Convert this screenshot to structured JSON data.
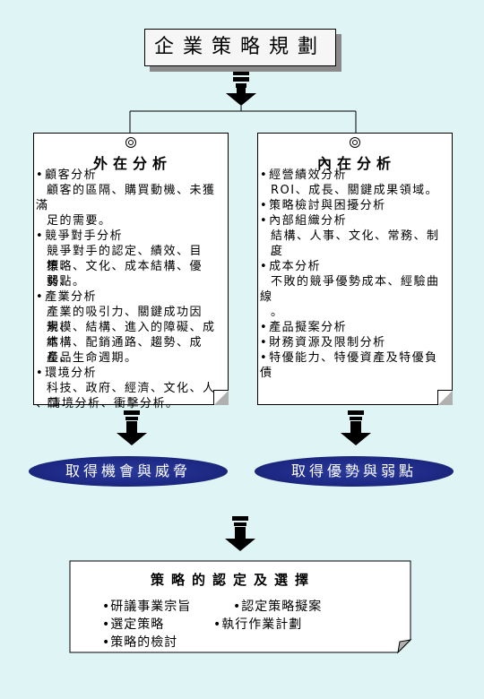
{
  "title": "企業策略規劃",
  "external": {
    "title": "外在分析",
    "lines": [
      {
        "text": "顧客分析",
        "bullet": true,
        "indent": false
      },
      {
        "text": "顧客的區隔、購買動機、未獲",
        "bullet": false,
        "indent": true
      },
      {
        "text": "滿",
        "bullet": false,
        "indent": false
      },
      {
        "text": "足的需要。",
        "bullet": false,
        "indent": true
      },
      {
        "text": "競爭對手分析",
        "bullet": true,
        "indent": false
      },
      {
        "text": "競爭對手的認定、績效、目標、",
        "bullet": false,
        "indent": true
      },
      {
        "text": "策略、文化、成本結構、優勢、",
        "bullet": false,
        "indent": true
      },
      {
        "text": "弱點。",
        "bullet": false,
        "indent": true
      },
      {
        "text": "產業分析",
        "bullet": true,
        "indent": false
      },
      {
        "text": "產業的吸引力、關鍵成功因素、",
        "bullet": false,
        "indent": true
      },
      {
        "text": "規模、結構、進入的障礙、成本",
        "bullet": false,
        "indent": true
      },
      {
        "text": "結構、配銷通路、趨勢、成長、",
        "bullet": false,
        "indent": true
      },
      {
        "text": "產品生命週期。",
        "bullet": false,
        "indent": true
      },
      {
        "text": "環境分析",
        "bullet": true,
        "indent": false
      },
      {
        "text": "科技、政府、經濟、文化、人口",
        "bullet": false,
        "indent": true
      },
      {
        "text": "、情境分析、衝擊分析。",
        "bullet": false,
        "indent": false
      }
    ]
  },
  "internal": {
    "title": "內在分析",
    "lines": [
      {
        "text": "經營績效分析",
        "bullet": true,
        "indent": false
      },
      {
        "text": "ROI、成長、關鍵成果領域。",
        "bullet": false,
        "indent": true
      },
      {
        "text": "策略檢討與困擾分析",
        "bullet": true,
        "indent": false
      },
      {
        "text": "內部組織分析",
        "bullet": true,
        "indent": false
      },
      {
        "text": "結構、人事、文化、常務、制度",
        "bullet": false,
        "indent": true
      },
      {
        "text": "。",
        "bullet": false,
        "indent": true
      },
      {
        "text": "成本分析",
        "bullet": true,
        "indent": false
      },
      {
        "text": "不敗的競爭優勢成本、經驗曲",
        "bullet": false,
        "indent": true
      },
      {
        "text": "線",
        "bullet": false,
        "indent": false
      },
      {
        "text": "。",
        "bullet": false,
        "indent": true
      },
      {
        "text": "產品擬案分析",
        "bullet": true,
        "indent": false
      },
      {
        "text": "財務資源及限制分析",
        "bullet": true,
        "indent": false
      },
      {
        "text": "特優能力、特優資產及特優負",
        "bullet": true,
        "indent": false
      },
      {
        "text": "債",
        "bullet": false,
        "indent": false
      }
    ]
  },
  "outcome_left": "取得機會與威脅",
  "outcome_right": "取得優勢與弱點",
  "bottom": {
    "title": "策略的認定及選擇",
    "items": [
      "研議事業宗旨",
      "認定策略擬案",
      "選定策略",
      "執行作業計劃",
      "策略的檢討"
    ]
  }
}
